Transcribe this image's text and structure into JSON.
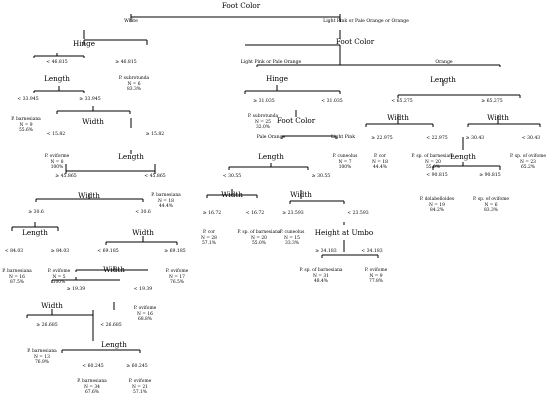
{
  "tree": {
    "questions": {
      "root": "Foot Color",
      "hinge_white": "Hinge",
      "length_lt46": "Length",
      "width_ge33": "Width",
      "length_lt15": "Length",
      "width_ge45": "Width",
      "length_ge30": "Length",
      "width_lt30": "Width",
      "width_ge69": "Width",
      "length_lt26": "Length",
      "footcolor_lp": "Foot Color",
      "hinge_lp": "Hinge",
      "footcolor_lt31": "Foot Color",
      "length_po": "Length",
      "width_lt30b": "Width",
      "width_ge30b": "Width",
      "height_lt23": "Height at Umbo",
      "length_orange": "Length",
      "width_lt65": "Width",
      "width_ge65": "Width",
      "length_ge30c": "Length"
    },
    "edges": {
      "white": "White",
      "lp_po_orange": "Light Pink or Pale Orange or Orange",
      "lt46_815": "< 46.815",
      "ge46_815": "≥ 46.815",
      "lt33_945": "< 33.945",
      "ge33_945": "≥ 33.945",
      "lt15_82": "< 15.82",
      "ge15_82": "≥ 15.82",
      "ge45_865": "≥ 45.865",
      "lt45_865": "< 45.865",
      "ge30_6": "≥ 30.6",
      "lt30_6": "< 30.6",
      "lt84_03": "< 84.03",
      "ge84_03": "≥ 84.03",
      "lt69_185": "< 69.185",
      "ge69_185": "≥ 69.185",
      "ge19_39": "≥ 19.39",
      "lt19_39": "< 19.39",
      "ge26_685": "≥ 26.685",
      "lt26_685": "< 26.685",
      "lt60_245": "< 60.245",
      "ge60_245": "≥ 60.245",
      "lp_or_po": "Light Pink or Pale Orange",
      "orange": "Orange",
      "ge31_035": "≥ 31.035",
      "lt31_035": "< 31.035",
      "pale_orange": "Pale Orange",
      "light_pink": "Light Pink",
      "lt30_55": "< 30.55",
      "ge30_55": "≥ 30.55",
      "ge16_72": "≥ 16.72",
      "lt16_72": "< 16.72",
      "ge23_593": "≥ 23.593",
      "lt23_593": "< 23.593",
      "ge34_183": "≥ 34.183",
      "lt34_183": "< 34.183",
      "lt65_275": "< 65.275",
      "ge65_275": "≥ 65.275",
      "ge22_975": "≥ 22.975",
      "lt22_975": "< 22.975",
      "ge30_43": "≥ 30.43",
      "lt30_43": "< 30.43",
      "lt90_815": "< 90.815",
      "ge90_815": "≥ 90.815"
    },
    "leaves": {
      "barn1": {
        "species": "P. barnesiana",
        "n": "N = 9",
        "pct": "55.6%"
      },
      "sub1": {
        "species": "P. subrotunda",
        "n": "N = 6",
        "pct": "83.3%"
      },
      "ov1": {
        "species": "P. oviforme",
        "n": "N = 8",
        "pct": "100%"
      },
      "barn2": {
        "species": "P. barnesiana",
        "n": "N = 18",
        "pct": "44.4%"
      },
      "barn3": {
        "species": "P. barnesiana",
        "n": "N = 16",
        "pct": "87.5%"
      },
      "ov2": {
        "species": "P. ovifome",
        "n": "N = 5",
        "pct": "100%"
      },
      "ov3": {
        "species": "P. ovifome",
        "n": "N = 17",
        "pct": "76.5%"
      },
      "ov4": {
        "species": "P. ovifome",
        "n": "N = 16",
        "pct": "68.8%"
      },
      "barn4": {
        "species": "P. barnesiana",
        "n": "N = 13",
        "pct": "76.9%"
      },
      "barn5": {
        "species": "P. barnesiana",
        "n": "N = 34",
        "pct": "67.6%"
      },
      "ov5": {
        "species": "P. ovifome",
        "n": "N = 21",
        "pct": "57.1%"
      },
      "sub2": {
        "species": "P. subrotunda",
        "n": "N = 25",
        "pct": "32.0%"
      },
      "cun1": {
        "species": "P. cuneolus",
        "n": "N = 7",
        "pct": "100%"
      },
      "cor1": {
        "species": "P. cor",
        "n": "N = 28",
        "pct": "57.1%"
      },
      "spb1": {
        "species": "P. sp. of barnesiana",
        "n": "N = 20",
        "pct": "55.0%"
      },
      "cun2": {
        "species": "P. cuneolus",
        "n": "N = 15",
        "pct": "33.3%"
      },
      "spb2": {
        "species": "P. sp. of barnesiana",
        "n": "N = 31",
        "pct": "48.4%"
      },
      "ov6": {
        "species": "P. ovifome",
        "n": "N = 9",
        "pct": "77.8%"
      },
      "cor2": {
        "species": "P. cor",
        "n": "N = 18",
        "pct": "44.4%"
      },
      "spb3": {
        "species": "P. sp. of barnesiana",
        "n": "N = 20",
        "pct": "55.0%"
      },
      "dol1": {
        "species": "P. dolabelloides",
        "n": "N = 19",
        "pct": "84.2%"
      },
      "spo1": {
        "species": "P. sp. of ovifome",
        "n": "N = 6",
        "pct": "83.3%"
      },
      "spo2": {
        "species": "P. sp. of ovifome",
        "n": "N = 23",
        "pct": "65.2%"
      }
    }
  }
}
